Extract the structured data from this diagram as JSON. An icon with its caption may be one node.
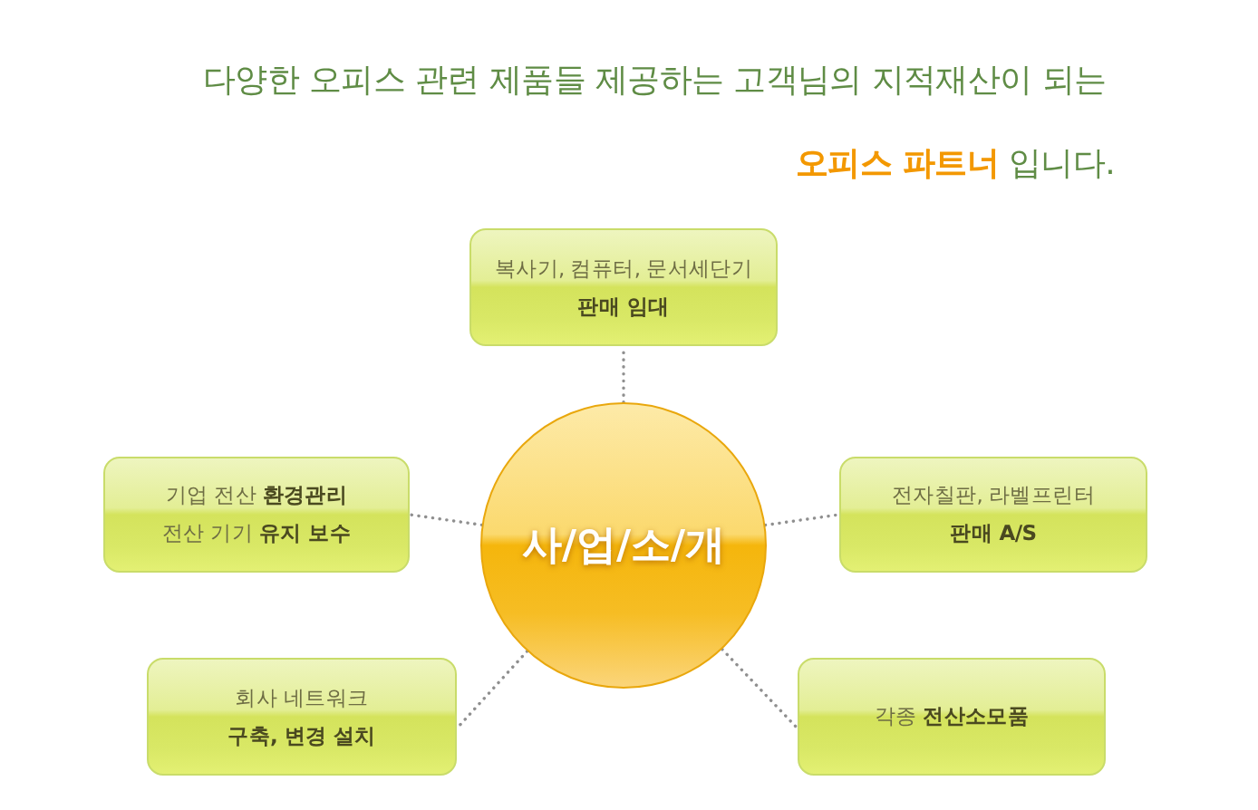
{
  "diagram": {
    "title": "다양한 오피스 관련 제품들 제공하는 고객님의 지적재산이 되는 **오피스 파트너** 입니다.",
    "nodes": [
      {
        "text": [
          "복사기, 컴퓨터, 문서세단기",
          "판매 임대"
        ]
      },
      {
        "text": [
          "기업 전산 **환경관리**",
          "전산 기기 **유지 보수**"
        ]
      },
      {
        "text": [
          "사/업/소/개"
        ]
      },
      {
        "text": [
          "전자칠판, 라벨프린터",
          "판매 A/S"
        ]
      },
      {
        "text": [
          "회사 네트워크",
          "구축, 변경 설치"
        ]
      },
      {
        "text": [
          "각종 **전산소모품**"
        ]
      }
    ],
    "edges": [
      {
        "from": 2,
        "to": 0,
        "arrow": "none"
      },
      {
        "from": 2,
        "to": 1,
        "arrow": "none"
      },
      {
        "from": 2,
        "to": 3,
        "arrow": "none"
      },
      {
        "from": 2,
        "to": 4,
        "arrow": "none"
      },
      {
        "from": 2,
        "to": 5,
        "arrow": "none"
      }
    ]
  }
}
